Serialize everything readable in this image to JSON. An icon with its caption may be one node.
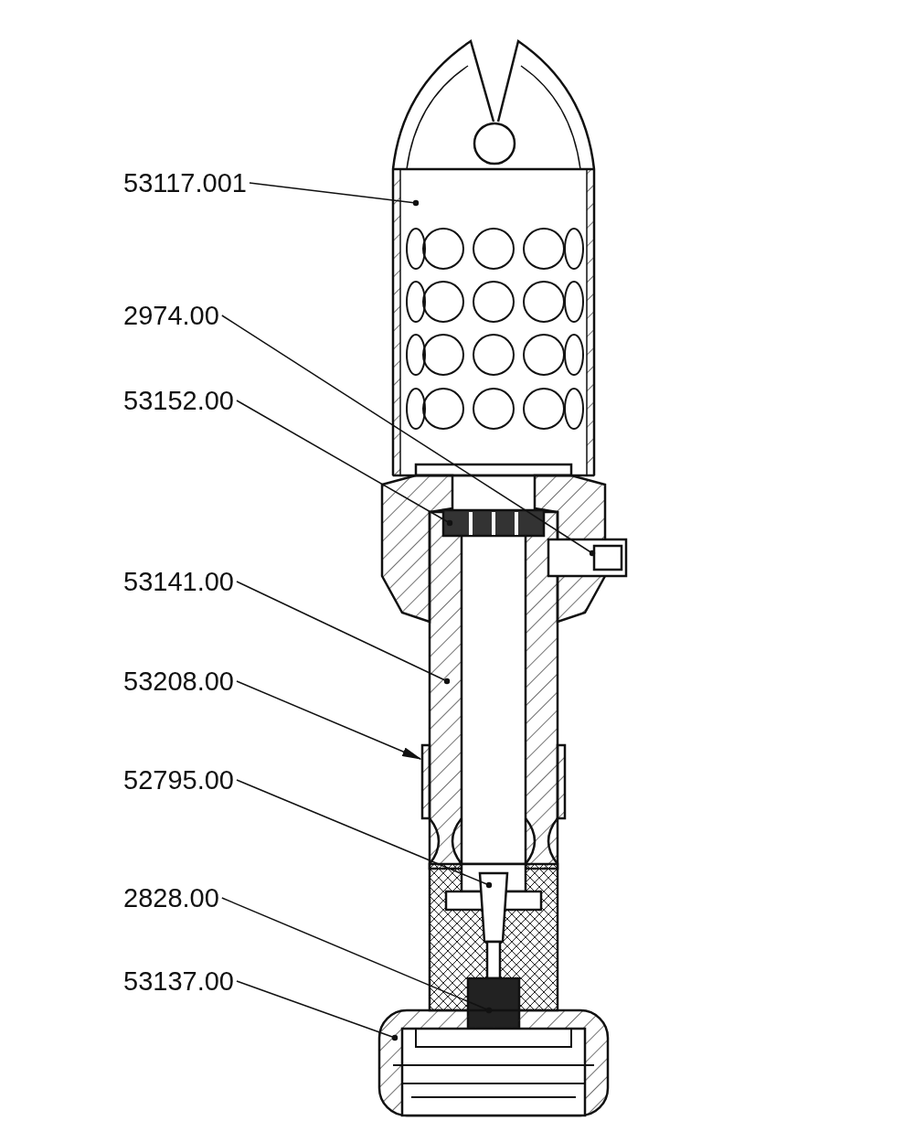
{
  "diagram": {
    "nodes": [
      {
        "text": [
          "53117.001"
        ]
      },
      {
        "text": [
          "2974.00"
        ]
      },
      {
        "text": [
          "53152.00"
        ]
      },
      {
        "text": [
          "53141.00"
        ]
      },
      {
        "text": [
          "53208.00"
        ]
      },
      {
        "text": [
          "52795.00"
        ]
      },
      {
        "text": [
          "2828.00"
        ]
      },
      {
        "text": [
          "53137.00"
        ]
      }
    ],
    "edges": [
      {
        "from": 0,
        "to": null,
        "arrow": "other"
      },
      {
        "from": 1,
        "to": null,
        "arrow": "other"
      },
      {
        "from": 2,
        "to": null,
        "arrow": "other"
      },
      {
        "from": 3,
        "to": null,
        "arrow": "other"
      },
      {
        "from": 4,
        "to": null,
        "arrow": "to"
      },
      {
        "from": 5,
        "to": null,
        "arrow": "other"
      },
      {
        "from": 6,
        "to": null,
        "arrow": "other"
      },
      {
        "from": 7,
        "to": null,
        "arrow": "other"
      }
    ]
  }
}
